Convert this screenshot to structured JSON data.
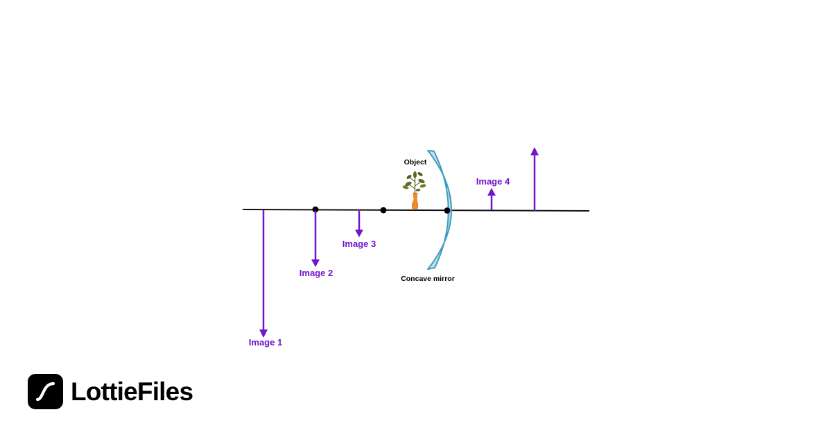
{
  "colors": {
    "image_arrow": "#7213cf",
    "axis": "#111111",
    "mirror_fill": "#bfe0ec",
    "mirror_stroke": "#3f9cc0",
    "vase": "#f08a2a",
    "leaves": "#5b6a22",
    "brand_text": "#000000"
  },
  "diagram": {
    "object_label": "Object",
    "mirror_label": "Concave mirror",
    "images": [
      {
        "label": "Image 1",
        "orientation": "inverted"
      },
      {
        "label": "Image 2",
        "orientation": "inverted"
      },
      {
        "label": "Image 3",
        "orientation": "inverted"
      },
      {
        "label": "Image 4",
        "orientation": "upright"
      },
      {
        "label": "",
        "orientation": "upright"
      }
    ]
  },
  "brand": {
    "name": "LottieFiles",
    "logo_icon": "lottiefiles-logo-icon"
  }
}
